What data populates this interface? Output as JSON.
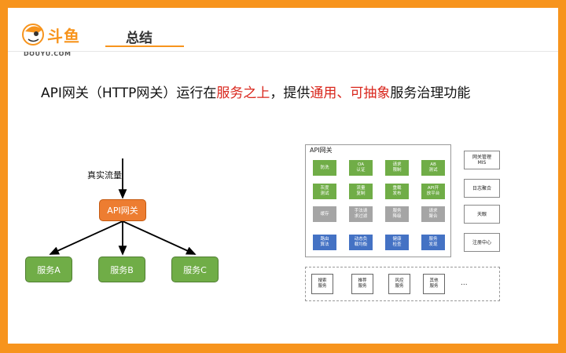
{
  "brand": {
    "name_cn": "斗鱼",
    "name_en": "DOUYU.COM"
  },
  "title": "总结",
  "headline": {
    "parts": [
      "API网关（HTTP网关）运行在",
      "服务之上",
      "，提供",
      "通用、可抽象",
      "服务治理功能"
    ]
  },
  "flow": {
    "traffic_label": "真实流量",
    "gateway": "API网关",
    "services": [
      "服务A",
      "服务B",
      "服务C"
    ]
  },
  "gateway_panel": {
    "title": "API网关",
    "rows": [
      [
        "防洗",
        "OA\n认证",
        "请求\n限制",
        "AB\n测试"
      ],
      [
        "灰度\n测试",
        "流量\n复制",
        "重载\n发布",
        "API开\n放平台"
      ],
      [
        "缓存",
        "手法请\n求过滤",
        "服务\n降级",
        "请求\n聚合"
      ],
      [
        "路由\n算法",
        "动态负\n载均衡",
        "健康\n检查",
        "服务\n发现"
      ]
    ],
    "row_colors": [
      "#70AD47",
      "#70AD47",
      "#A5A5A5",
      "#4472C4"
    ]
  },
  "side_boxes": [
    "网关管理\nMIS",
    "日志聚合",
    "天眼",
    "注册中心"
  ],
  "backend_services": [
    "搜索\n服务",
    "推荐\n服务",
    "风控\n服务",
    "其他\n服务"
  ],
  "backend_more": "...",
  "colors": {
    "accent": "#F7941D",
    "highlight": "#D9261C",
    "gateway_node": "#ED7D31",
    "service_node": "#70AD47"
  }
}
